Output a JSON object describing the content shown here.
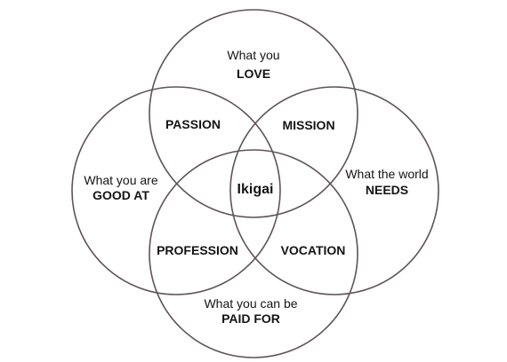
{
  "diagram": {
    "circles": {
      "love": {
        "line1": "What you",
        "line2": "LOVE"
      },
      "good_at": {
        "line1": "What you are",
        "line2": "GOOD AT"
      },
      "needs": {
        "line1": "What the world",
        "line2": "NEEDS"
      },
      "paid_for": {
        "line1": "What you can be",
        "line2": "PAID FOR"
      }
    },
    "overlaps": {
      "passion": "PASSION",
      "mission": "MISSION",
      "profession": "PROFESSION",
      "vocation": "VOCATION"
    },
    "center": "Ikigai"
  },
  "colors": {
    "stroke": "#5e5456",
    "text": "#141414",
    "background": "#ffffff"
  }
}
